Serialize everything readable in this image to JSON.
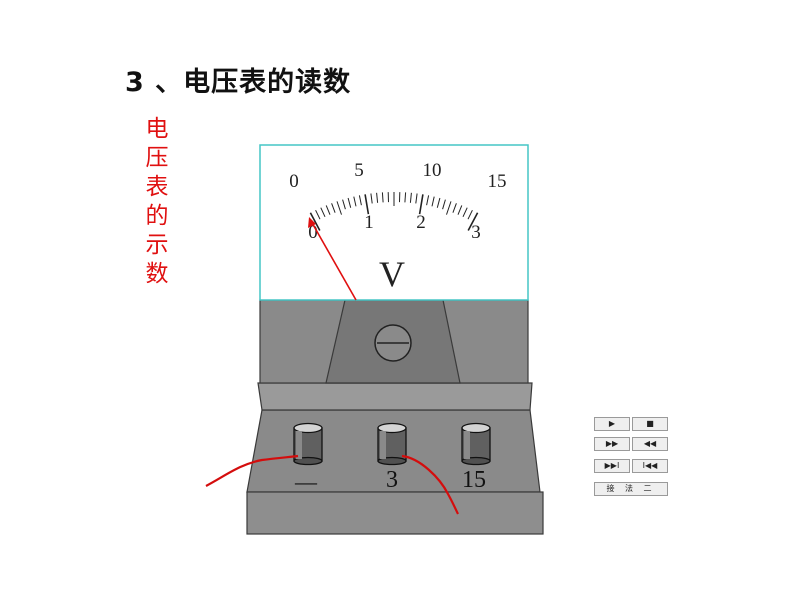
{
  "title": "3 、电压表的读数",
  "side_label_chars": [
    "电",
    "压",
    "表",
    "的",
    "示",
    "数"
  ],
  "meter": {
    "scale_upper": [
      "0",
      "5",
      "10",
      "15"
    ],
    "scale_lower": [
      "0",
      "1",
      "2",
      "3"
    ],
    "unit": "V",
    "terminals": [
      "—",
      "3",
      "15"
    ]
  },
  "controls": {
    "play_icon": "▶",
    "stop_icon": "■",
    "forward_icon": "▶▶",
    "rewind_icon": "◀◀",
    "end_icon": "▶▶I",
    "start_icon": "I◀◀",
    "mode_label": "接 法 二"
  },
  "colors": {
    "accent_red": "#e01010",
    "dial_border": "#45c6c6",
    "body_dark": "#7a7a7a",
    "body_light": "#8c8c8c"
  }
}
